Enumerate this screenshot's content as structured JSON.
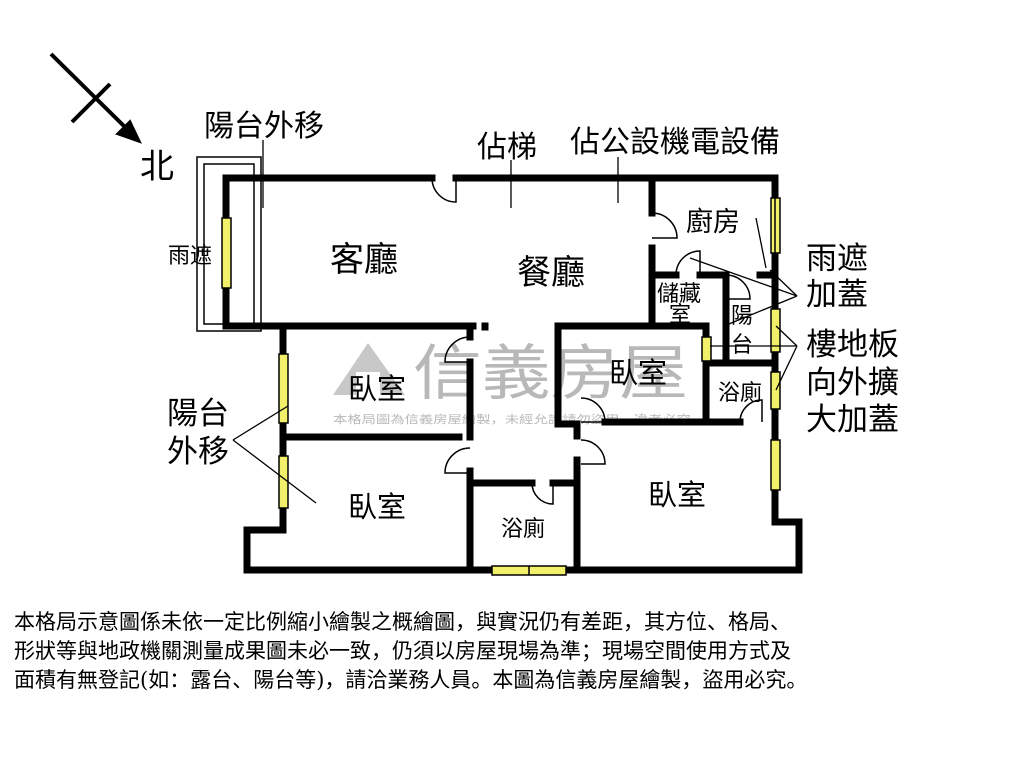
{
  "compass": {
    "label": "北"
  },
  "annotations": {
    "balcony_moved_top": "陽台外移",
    "stairs_share": "佔梯",
    "public_facilities_share": "佔公設機電設備",
    "canopy_left": "雨遮",
    "canopy_right_line1": "雨遮",
    "canopy_right_line2": "加蓋",
    "floor_extend_line1": "樓地板",
    "floor_extend_line2": "向外擴",
    "floor_extend_line3": "大加蓋",
    "balcony_moved_left_line1": "陽台",
    "balcony_moved_left_line2": "外移"
  },
  "rooms": {
    "living_room": "客廳",
    "dining_room": "餐廳",
    "kitchen": "廚房",
    "storage_line1": "儲藏",
    "storage_line2": "室",
    "balcony_line1": "陽",
    "balcony_line2": "台",
    "bathroom_right": "浴廁",
    "bathroom_bottom": "浴廁",
    "bedroom_upper_left": "臥室",
    "bedroom_middle": "臥室",
    "bedroom_lower_left": "臥室",
    "bedroom_lower_right": "臥室"
  },
  "watermark": {
    "brand": "信義房屋",
    "notice": "本格局圖為信義房屋繪製，未經允許請勿盜用，違者必究"
  },
  "disclaimer": {
    "line1": "本格局示意圖係未依一定比例縮小繪製之概繪圖，與實況仍有差距，其方位、格局、",
    "line2": "形狀等與地政機關測量成果圖未必一致，仍須以房屋現場為準；現場空間使用方式及",
    "line3": "面積有無登記(如：露台、陽台等)，請洽業務人員。本圖為信義房屋繪製，盜用必究。"
  },
  "colors": {
    "wall": "#000000",
    "window": "#f2f06a",
    "watermark": "#b8b8b8"
  }
}
